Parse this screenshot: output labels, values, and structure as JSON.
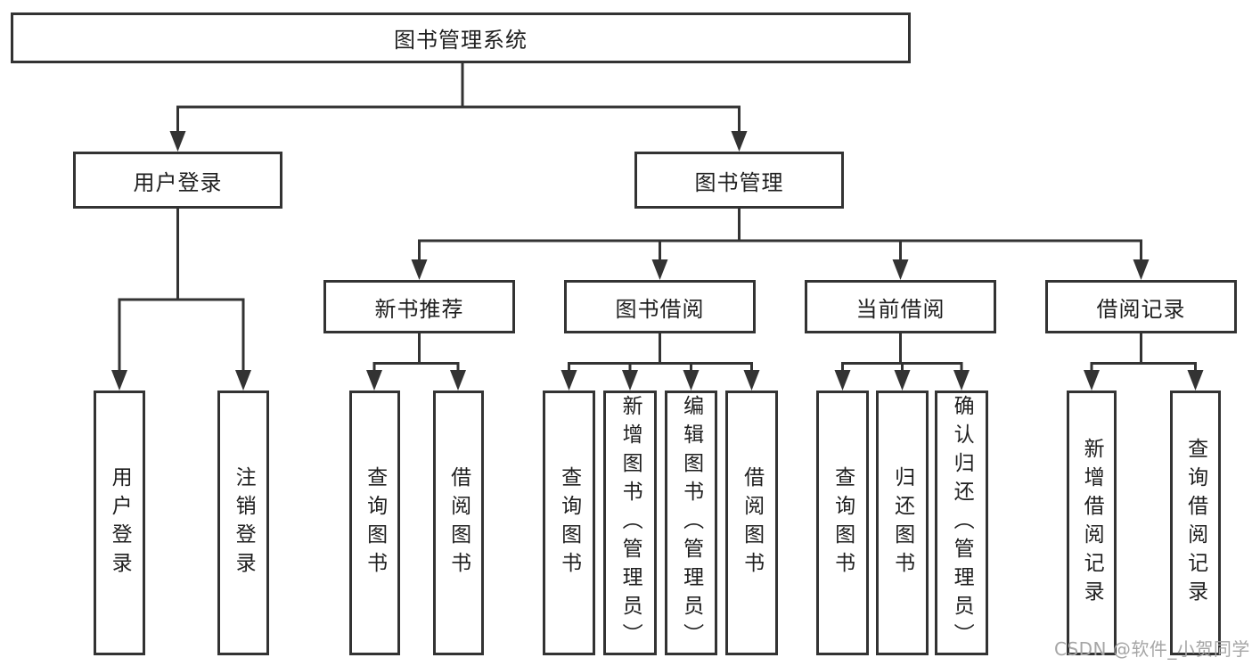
{
  "diagram": {
    "root": "图书管理系统",
    "level2": {
      "user_login": "用户登录",
      "book_mgmt": "图书管理"
    },
    "level3": {
      "new_books": "新书推荐",
      "book_borrow": "图书借阅",
      "current_borrow": "当前借阅",
      "borrow_records": "借阅记录"
    },
    "leaves": {
      "user_login": [
        "用户登录",
        "注销登录"
      ],
      "new_books": [
        "查询图书",
        "借阅图书"
      ],
      "book_borrow": [
        "查询图书",
        "新增图书（管理员）",
        "编辑图书（管理员）",
        "借阅图书"
      ],
      "current_borrow": [
        "查询图书",
        "归还图书",
        "确认归还（管理员）"
      ],
      "borrow_records": [
        "新增借阅记录",
        "查询借阅记录"
      ]
    },
    "watermark": "CSDN @软件_小贺同学",
    "colors": {
      "line": "#333333",
      "text": "#1f1f1f",
      "background": "#ffffff",
      "watermark": "#a6a6a6"
    }
  }
}
